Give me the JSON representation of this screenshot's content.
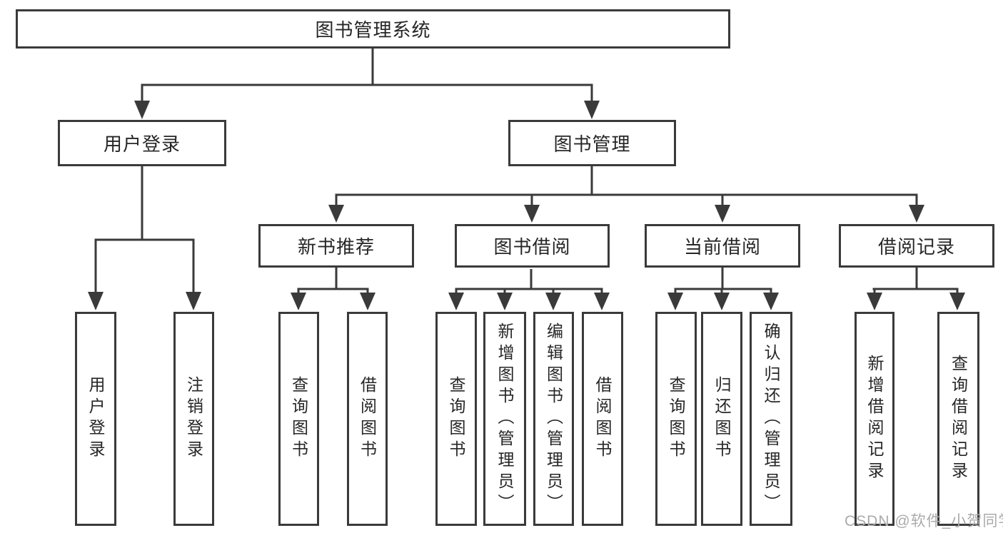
{
  "tree": {
    "root": {
      "label": "图书管理系统",
      "children": [
        {
          "label": "用户登录",
          "children": [
            {
              "label": "用户登录"
            },
            {
              "label": "注销登录"
            }
          ]
        },
        {
          "label": "图书管理",
          "children": [
            {
              "label": "新书推荐",
              "children": [
                {
                  "label": "查询图书"
                },
                {
                  "label": "借阅图书"
                }
              ]
            },
            {
              "label": "图书借阅",
              "children": [
                {
                  "label": "查询图书"
                },
                {
                  "label": "新增图书（管理员）"
                },
                {
                  "label": "编辑图书（管理员）"
                },
                {
                  "label": "借阅图书"
                }
              ]
            },
            {
              "label": "当前借阅",
              "children": [
                {
                  "label": "查询图书"
                },
                {
                  "label": "归还图书"
                },
                {
                  "label": "确认归还（管理员）"
                }
              ]
            },
            {
              "label": "借阅记录",
              "children": [
                {
                  "label": "新增借阅记录"
                },
                {
                  "label": "查询借阅记录"
                }
              ]
            }
          ]
        }
      ]
    }
  },
  "watermark": "CSDN @软件_小贺同学",
  "colors": {
    "line": "#3a3a3a",
    "text": "#262626",
    "background": "#ffffff",
    "watermark": "#ababab"
  }
}
